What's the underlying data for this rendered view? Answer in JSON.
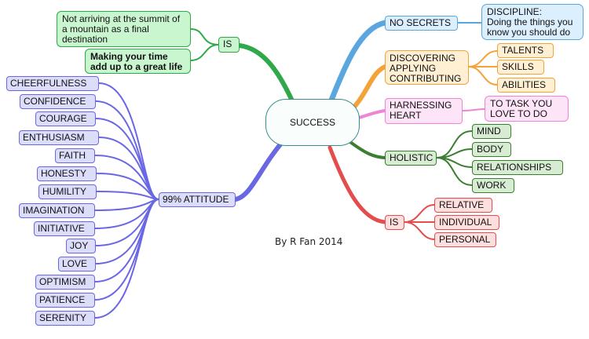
{
  "center": "SUCCESS",
  "credit": "By R Fan 2014",
  "branches": {
    "no_secrets": {
      "label": "NO SECRETS",
      "child": "DISCIPLINE:\nDoing the things you\nknow you should do"
    },
    "discovering": {
      "label": "DISCOVERING\nAPPLYING\nCONTRIBUTING",
      "children": [
        "TALENTS",
        "SKILLS",
        "ABILITIES"
      ]
    },
    "harnessing": {
      "label": "HARNESSING\nHEART",
      "child": "TO TASK YOU\nLOVE TO DO"
    },
    "holistic": {
      "label": "HOLISTIC",
      "children": [
        "MIND",
        "BODY",
        "RELATIONSHIPS",
        "WORK"
      ]
    },
    "is_right": {
      "label": "IS",
      "children": [
        "RELATIVE",
        "INDIVIDUAL",
        "PERSONAL"
      ]
    },
    "is_left": {
      "label": "IS",
      "children": [
        "Not arriving at the summit of\na mountain as a final\ndestination",
        "Making your time\nadd up to a great life"
      ]
    },
    "attitude": {
      "label": "99% ATTITUDE",
      "children": [
        "CHEERFULNESS",
        "CONFIDENCE",
        "COURAGE",
        "ENTHUSIASM",
        "FAITH",
        "HONESTY",
        "HUMILITY",
        "IMAGINATION",
        "INITIATIVE",
        "JOY",
        "LOVE",
        "OPTIMISM",
        "PATIENCE",
        "SERENITY"
      ]
    }
  },
  "colors": {
    "no_secrets": "#5aa7e0",
    "discovering": "#f4a33a",
    "harnessing": "#ee84d4",
    "holistic": "#3a7f30",
    "is_right": "#e34d4d",
    "is_left": "#2fa84a",
    "attitude": "#6a67e4"
  }
}
